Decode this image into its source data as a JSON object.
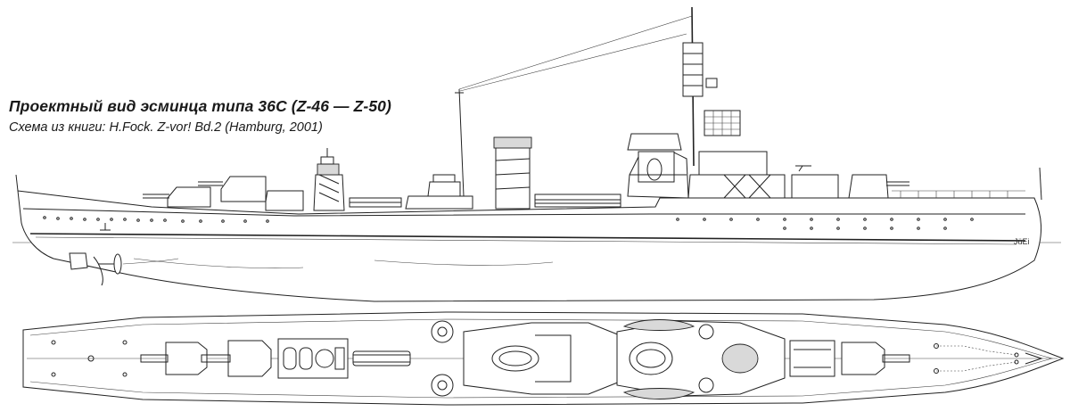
{
  "drawing": {
    "title": "Проектный вид эсминца типа 36С (Z-46 — Z-50)",
    "subtitle": "Схема из книги: H.Fock. Z-vor! Bd.2 (Hamburg, 2001)",
    "signature": "JüEi"
  }
}
